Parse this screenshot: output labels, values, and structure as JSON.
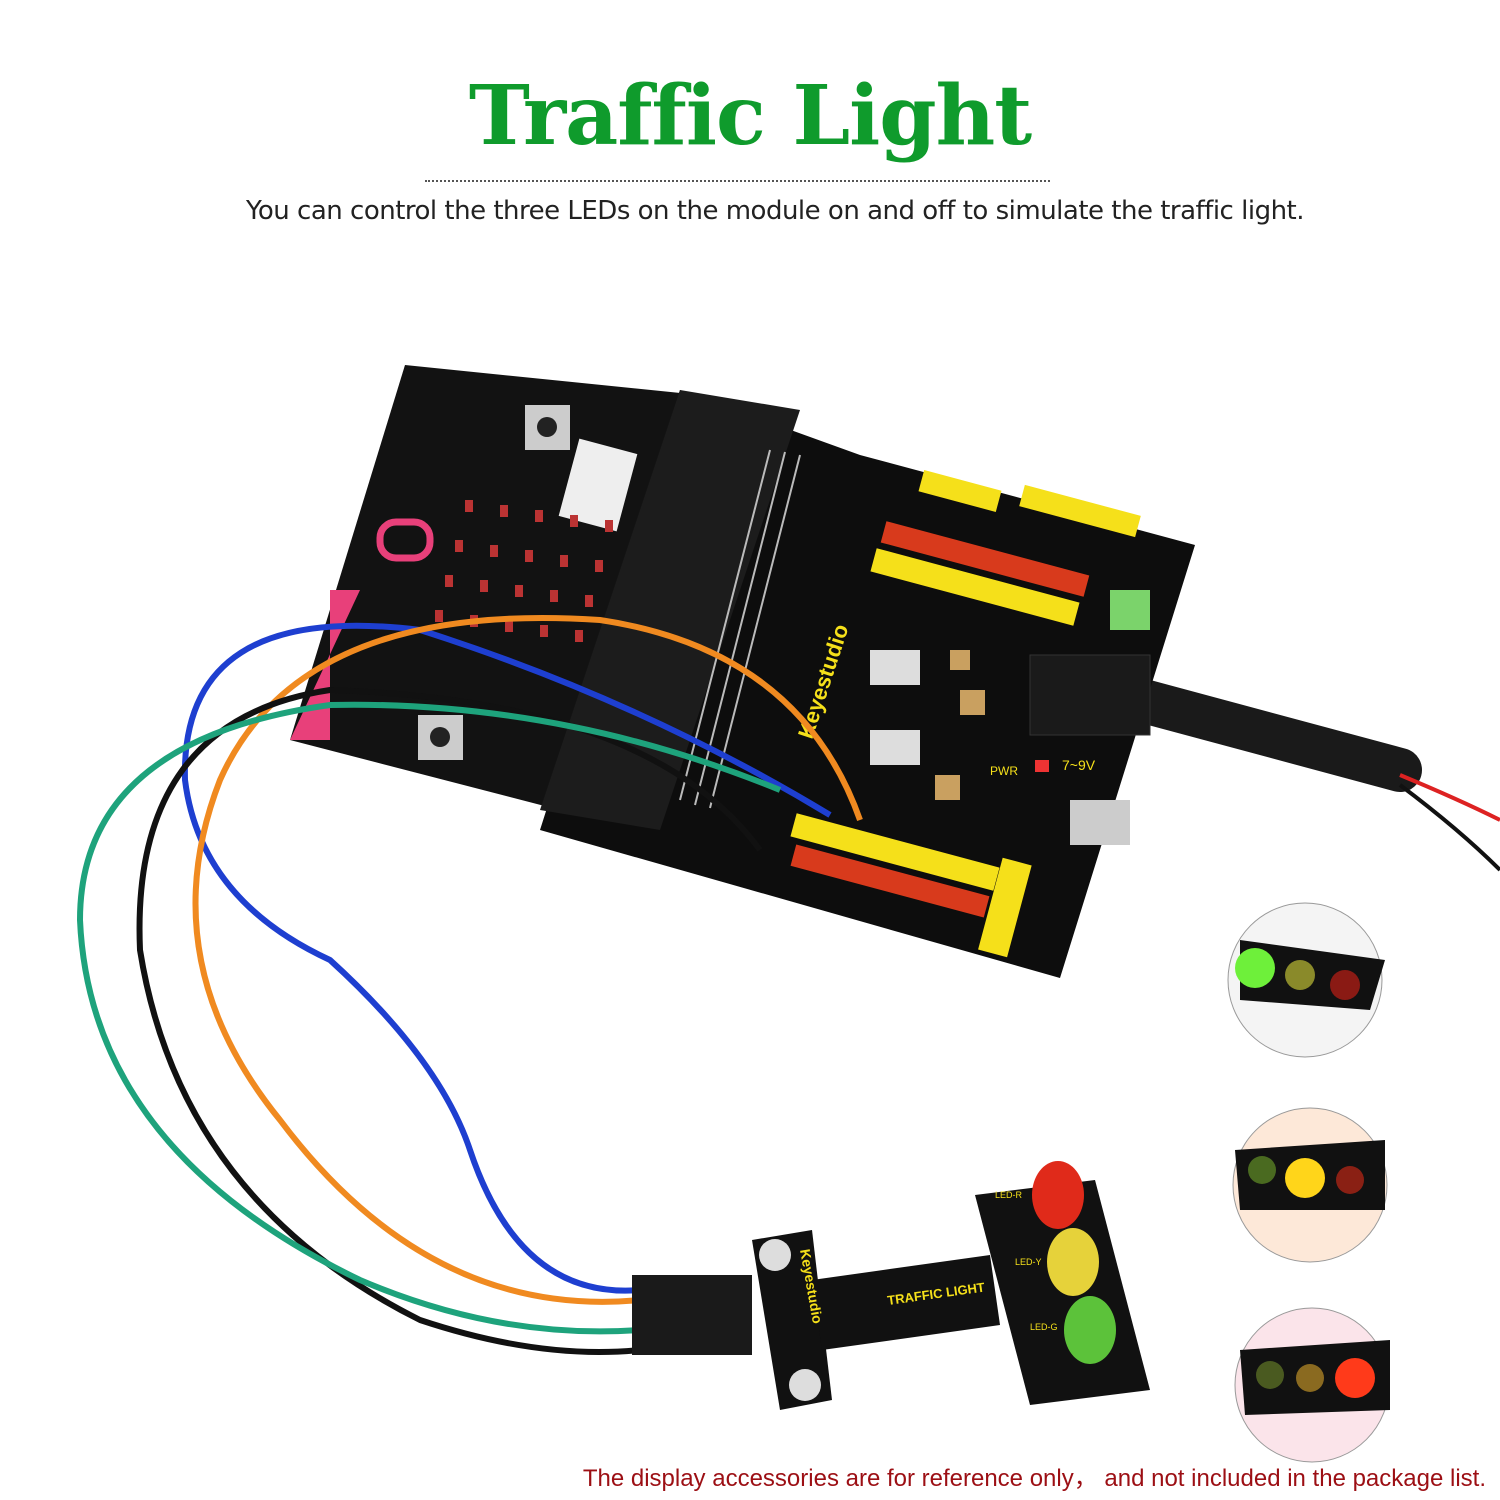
{
  "header": {
    "title": "Traffic Light",
    "subtitle": "You can control the three LEDs on the module on and off to simulate the traffic light."
  },
  "footer": {
    "disclaimer": "The display accessories are for reference only， and not included in the package list."
  },
  "board_labels": {
    "shield_brand": "Keyestudio",
    "power": "7~9V",
    "pwr": "PWR",
    "module_name": "TRAFFIC LIGHT",
    "module_brand": "Keyestudio",
    "led_r": "LED-R",
    "led_y": "LED-Y",
    "led_g": "LED-G"
  },
  "colors": {
    "title_green": "#0f9b2c",
    "disclaimer_red": "#9c0f14",
    "pcb_black": "#111111",
    "header_yellow": "#f5e01a",
    "header_red": "#d83a1c",
    "microbit_pink": "#e8407a"
  },
  "insets": [
    {
      "state": "green-on"
    },
    {
      "state": "yellow-on"
    },
    {
      "state": "red-on"
    }
  ]
}
